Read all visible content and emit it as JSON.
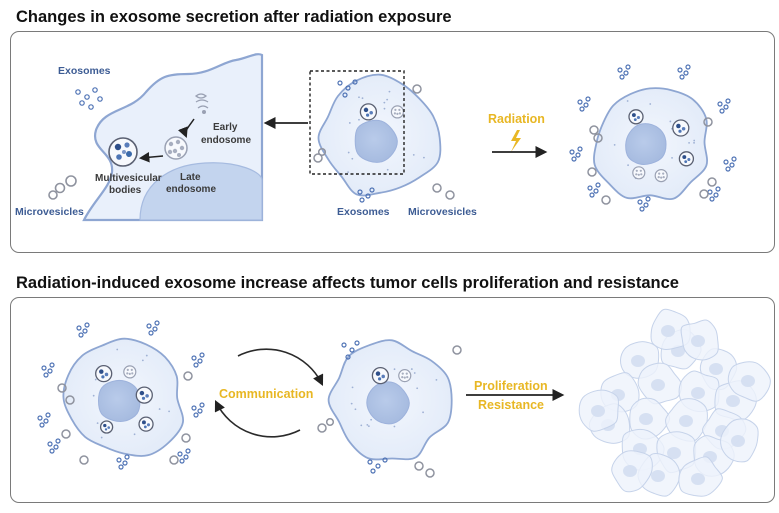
{
  "headings": {
    "top": "Changes in exosome secretion after radiation exposure",
    "bottom": "Radiation-induced exosome increase affects tumor cells proliferation and resistance"
  },
  "zoom": {
    "exosomes": "Exosomes",
    "microvesicles": "Microvesicles",
    "early_endosome": [
      "Early",
      "endosome"
    ],
    "late_endosome": [
      "Late",
      "endosome"
    ],
    "mvb": [
      "Multivesicular",
      "bodies"
    ]
  },
  "cell_labels": {
    "exosomes": "Exosomes",
    "microvesicles": "Microvesicles"
  },
  "radiation": "Radiation",
  "communication": "Communication",
  "outcome": [
    "Proliferation",
    "Resistance"
  ],
  "colors": {
    "accent": "#e8b724",
    "label_blue": "#3d5c94",
    "cell_fill": "#eaf1fb",
    "cell_stroke": "#8ea6d2"
  }
}
